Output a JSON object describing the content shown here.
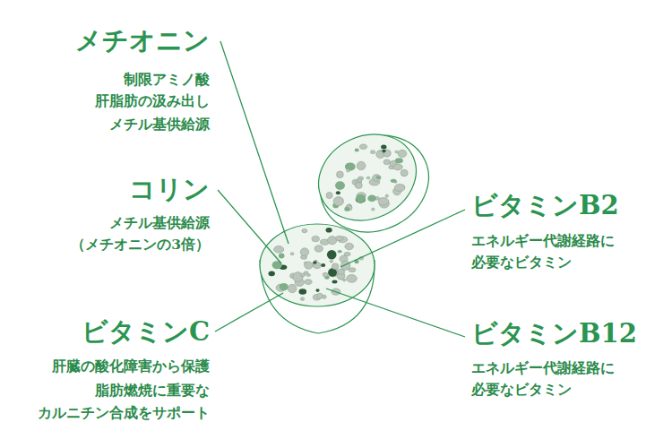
{
  "diagram": {
    "labels": [
      "メチオニン",
      "制限アミノ酸",
      "肝脂肪の汲み出し",
      "メチル基供給源",
      "コリン",
      "メチル基供給源",
      "（メチオニンの3倍）",
      "ビタミンC",
      "肝臓の酸化障害から保護",
      "脂肪燃焼に重要な",
      "カルニチン合成をサポート",
      "ビタミンB2",
      "エネルギー代謝経路に",
      "必要なビタミン",
      "ビタミンB12",
      "エネルギー代謝経路に",
      "必要なビタミン"
    ]
  }
}
